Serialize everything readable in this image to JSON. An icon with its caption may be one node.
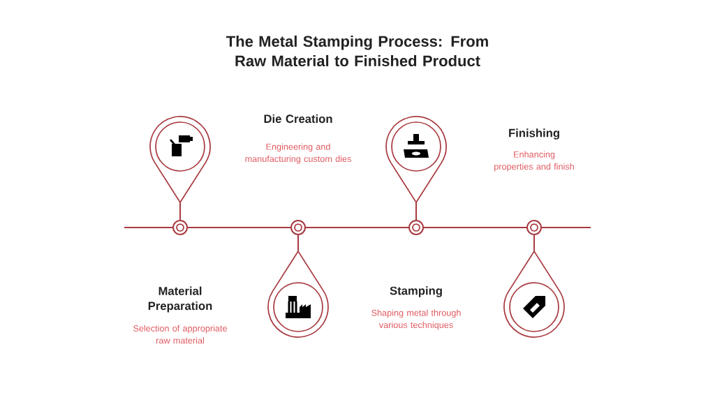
{
  "diagram": {
    "title": "The Metal Stamping Process: From Raw Material to Finished Product",
    "nodes": [
      {
        "text": [],
        "shape": "pin"
      },
      {
        "text": [],
        "shape": "pin"
      },
      {
        "text": [],
        "shape": "pin"
      },
      {
        "text": [],
        "shape": "pin"
      },
      {
        "text": [],
        "shape": "circle"
      },
      {
        "text": [],
        "shape": "circle"
      },
      {
        "text": [],
        "shape": "circle"
      },
      {
        "text": [],
        "shape": "circle"
      }
    ],
    "edges": [
      {
        "from": 0,
        "to": 4,
        "arrow": "none"
      },
      {
        "from": 1,
        "to": 5,
        "arrow": "none"
      },
      {
        "from": 2,
        "to": 6,
        "arrow": "none"
      },
      {
        "from": 3,
        "to": 7,
        "arrow": "none"
      },
      {
        "from": 4,
        "to": 5,
        "arrow": "none"
      },
      {
        "from": 5,
        "to": 6,
        "arrow": "none"
      },
      {
        "from": 6,
        "to": 7,
        "arrow": "none"
      }
    ],
    "labels": [
      "Die Creation",
      "Engineering and manufacturing custom dies",
      "Finishing",
      "Enhancing properties and finish",
      "Material Preparation",
      "Selection of appropriate raw material",
      "Stamping",
      "Shaping metal through various techniques"
    ]
  }
}
